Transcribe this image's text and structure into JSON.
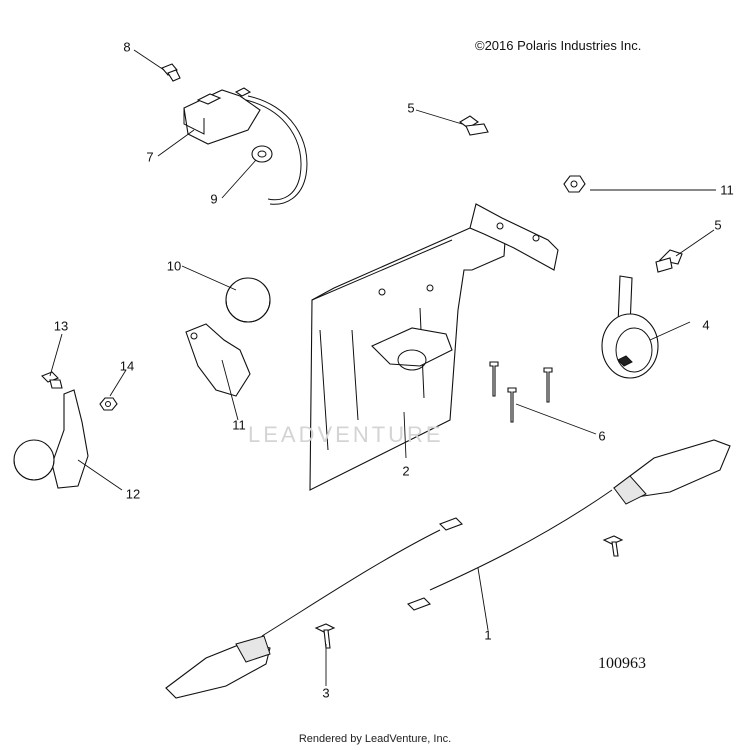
{
  "copyright": "©2016  Polaris Industries Inc.",
  "drawing_number": "100963",
  "watermark": "LEADVENTURE",
  "footer": "Rendered by LeadVenture, Inc.",
  "callouts": {
    "c1": "1",
    "c2": "2",
    "c3": "3",
    "c4": "4",
    "c5a": "5",
    "c5b": "5",
    "c6": "6",
    "c7": "7",
    "c8": "8",
    "c9": "9",
    "c10": "10",
    "c11a": "11",
    "c11b": "11",
    "c12": "12",
    "c13": "13",
    "c14": "14"
  }
}
